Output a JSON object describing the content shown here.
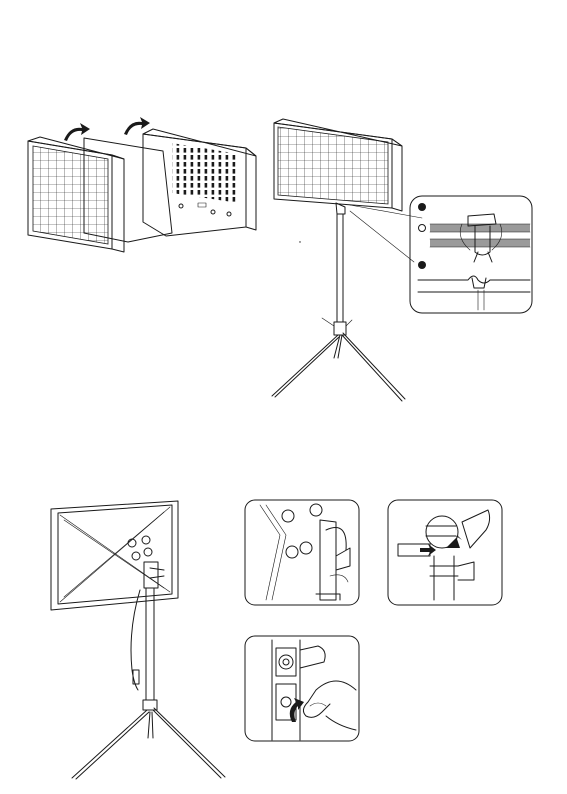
{
  "page": {
    "figures": [
      {
        "name": "assembly-step-exploded-panel"
      },
      {
        "name": "assembly-step-mounted-on-stand"
      },
      {
        "name": "assembly-step-rear-mount"
      }
    ]
  },
  "icons": {
    "arrow": "curved-arrow-icon",
    "callout_markers": [
      "filled-dot-icon",
      "open-dot-icon",
      "filled-dot-icon"
    ]
  },
  "colors": {
    "line": "#1a1a1a",
    "band": "#9a9a9a",
    "background": "#ffffff"
  }
}
